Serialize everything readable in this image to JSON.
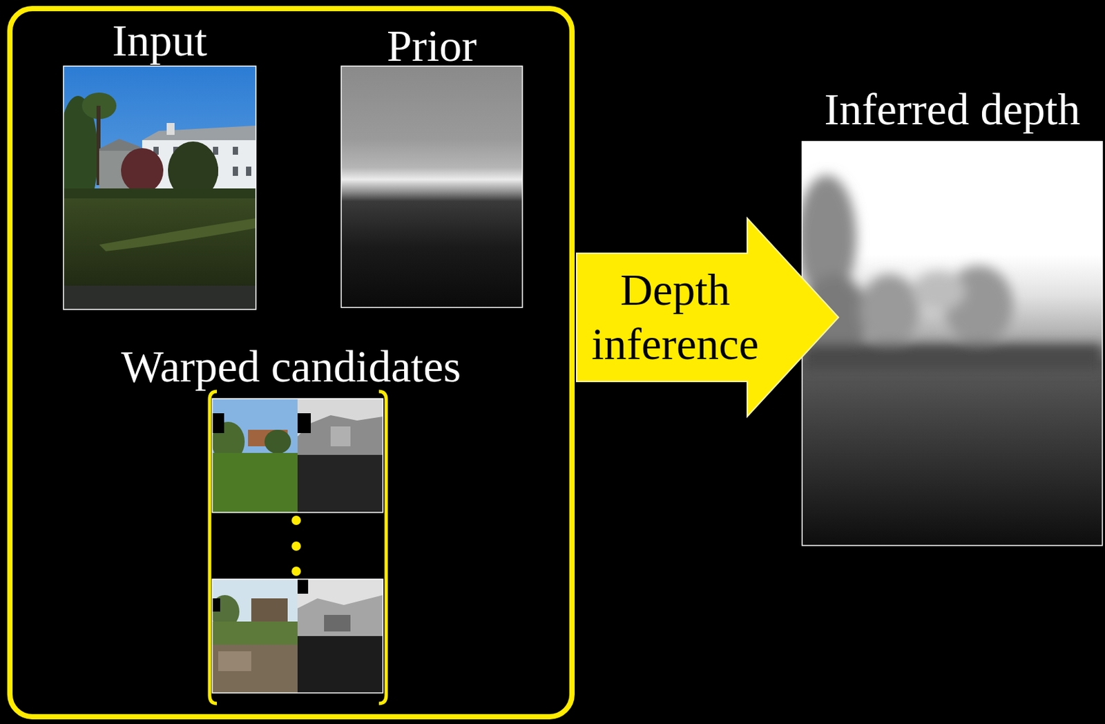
{
  "diagram": {
    "nodes": [
      {
        "text": []
      },
      {
        "text": [
          "Input"
        ],
        "in": 0
      },
      {
        "text": [
          "Prior"
        ],
        "in": 0
      },
      {
        "text": [
          "Warped candidates"
        ],
        "in": 0
      },
      {
        "text": [
          "Inferred depth"
        ]
      }
    ],
    "edges": [
      {
        "from": 0,
        "to": 4,
        "arrow": "to",
        "label": "Depth inference"
      }
    ]
  }
}
